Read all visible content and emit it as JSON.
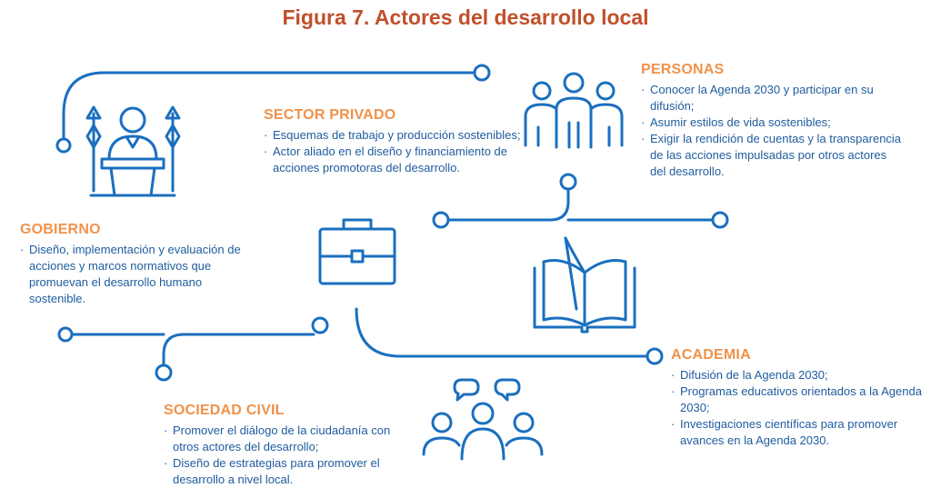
{
  "title": "Figura 7. Actores del desarrollo local",
  "colors": {
    "title": "#c0502a",
    "heading": "#f0924a",
    "text": "#1f5c9e",
    "line": "#1a6fbf"
  },
  "actors": {
    "gobierno": {
      "heading": "GOBIERNO",
      "items": [
        "Diseño, implementación y evaluación de acciones y marcos normativos que promuevan el desarrollo humano sostenible."
      ],
      "icon": "government-podium-icon"
    },
    "sector_privado": {
      "heading": "SECTOR PRIVADO",
      "items": [
        "Esquemas de trabajo y producción sostenibles;",
        "Actor aliado en el diseño y financiamiento de acciones promotoras del desarrollo."
      ],
      "icon": "briefcase-icon"
    },
    "personas": {
      "heading": "PERSONAS",
      "items": [
        "Conocer la Agenda 2030 y participar en su difusión;",
        "Asumir estilos de vida sostenibles;",
        "Exigir la rendición de cuentas y la transparencia de las acciones impulsadas por otros actores del desarrollo."
      ],
      "icon": "people-group-icon"
    },
    "academia": {
      "heading": "ACADEMIA",
      "items": [
        "Difusión de la Agenda 2030;",
        "Programas educativos orientados a la Agenda 2030;",
        "Investigaciones científicas para promover avances en la Agenda 2030."
      ],
      "icon": "open-book-icon"
    },
    "sociedad_civil": {
      "heading": "SOCIEDAD CIVIL",
      "items": [
        "Promover el diálogo de la ciudadanía con otros actores del desarrollo;",
        "Diseño de estrategias para promover el desarrollo a nivel local."
      ],
      "icon": "dialogue-people-icon"
    }
  }
}
